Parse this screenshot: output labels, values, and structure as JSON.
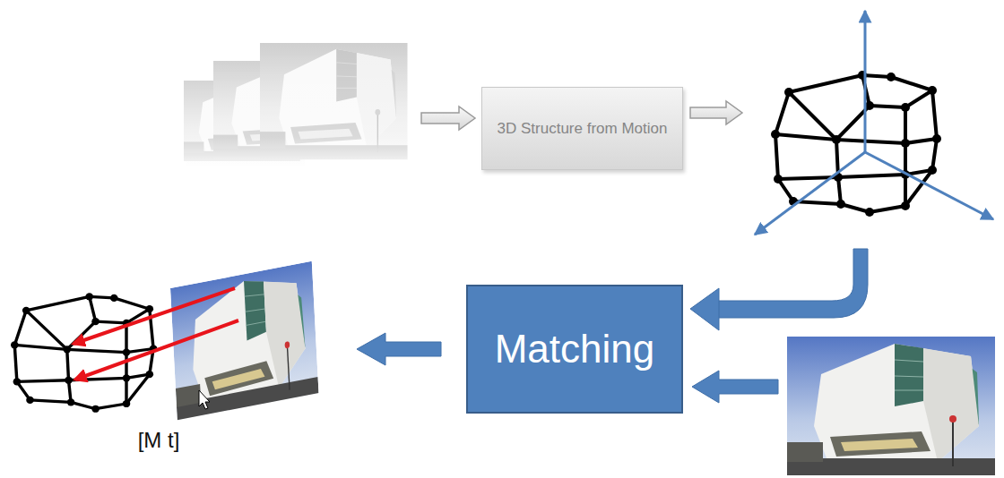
{
  "diagram": {
    "nodes": [
      {
        "text": [
          "3D Structure from Motion"
        ]
      },
      {
        "text": [
          "Matching"
        ]
      }
    ],
    "labels": [
      "[M t]"
    ]
  }
}
